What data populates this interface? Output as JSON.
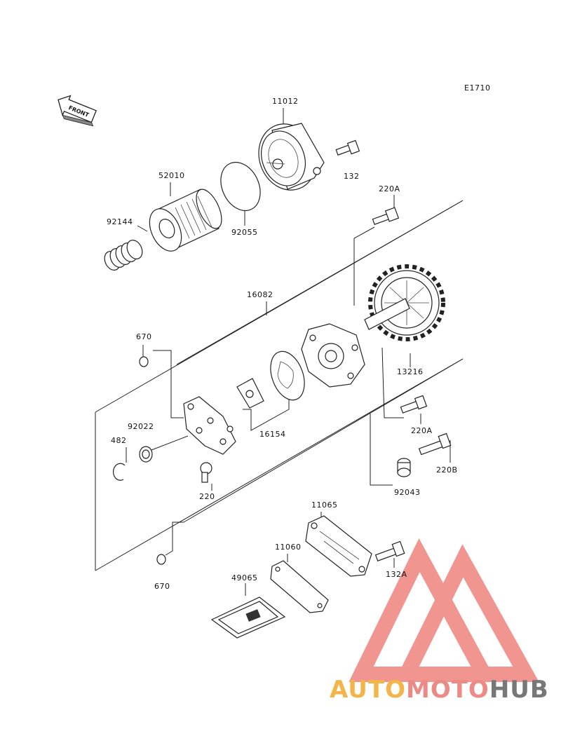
{
  "diagram": {
    "code": "E1710",
    "front_label": "FRONT",
    "labels": {
      "p11012": "11012",
      "p132": "132",
      "p52010": "52010",
      "p92055": "92055",
      "p92144": "92144",
      "p220A_top": "220A",
      "p16082": "16082",
      "p670_top": "670",
      "p13216": "13216",
      "p92022": "92022",
      "p482": "482",
      "p16154": "16154",
      "p220A_mid": "220A",
      "p220B": "220B",
      "p220": "220",
      "p92043": "92043",
      "p11065": "11065",
      "p11060": "11060",
      "p132A": "132A",
      "p49065": "49065",
      "p670_bottom": "670"
    }
  },
  "watermark": {
    "text_part1": "AUTO",
    "text_part2": "MOTO",
    "text_part3": "HUB",
    "color_part1": "#f3b54a",
    "color_part2": "#ec8b86",
    "color_part3": "#777777",
    "logo_color": "#f08a86"
  }
}
